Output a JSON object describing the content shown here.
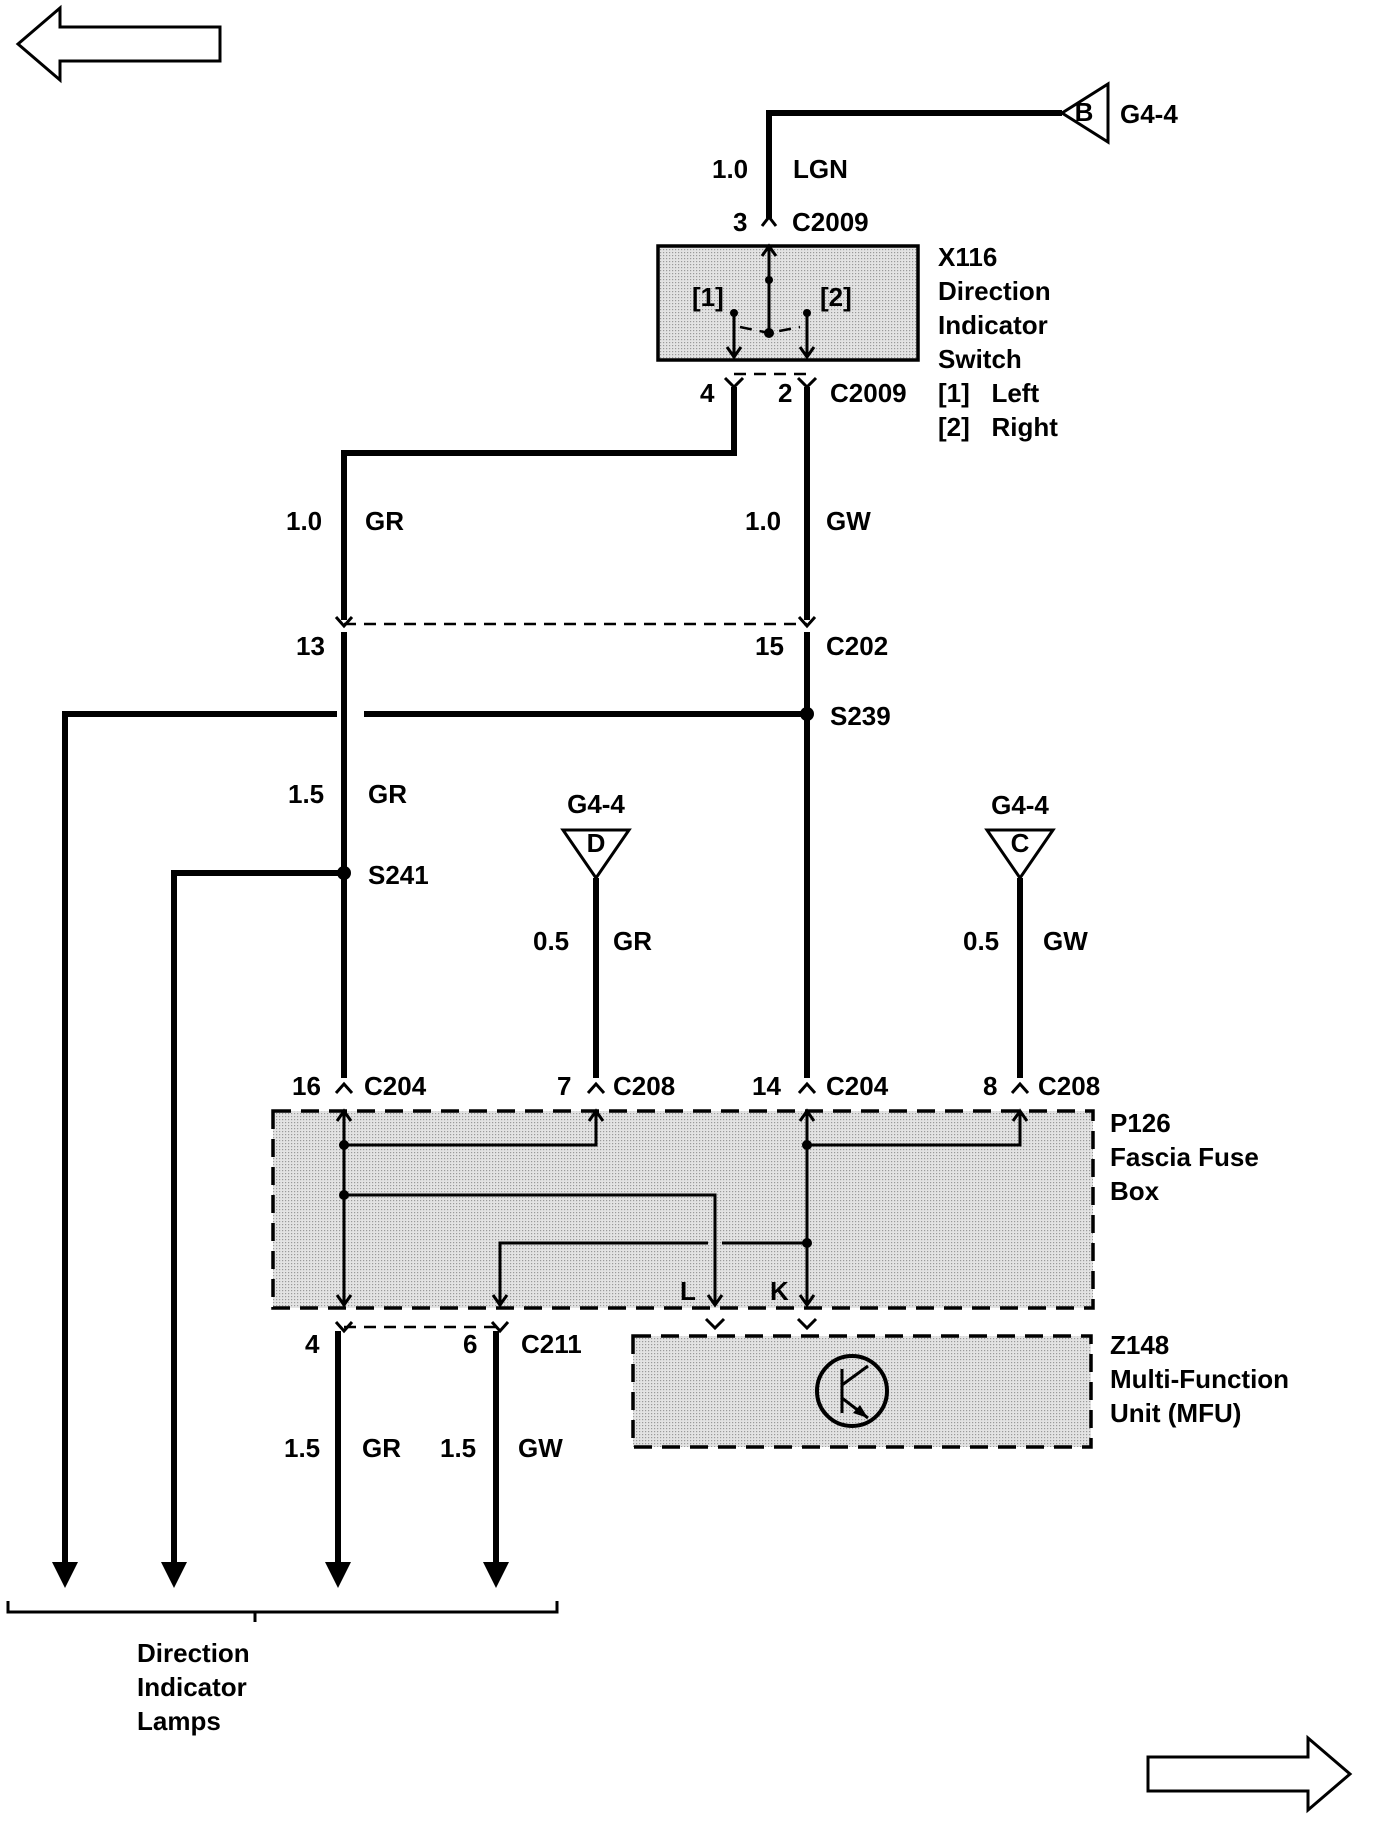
{
  "ground_top": {
    "letter": "B",
    "label": "G4-4"
  },
  "wire_lgn": {
    "size": "1.0",
    "color": "LGN"
  },
  "switch": {
    "pin_top": "3",
    "conn_top": "C2009",
    "ref": "X116",
    "name_line1": "Direction",
    "name_line2": "Indicator",
    "name_line3": "Switch",
    "legend1": "[1]   Left",
    "legend2": "[2]   Right",
    "contact1": "[1]",
    "contact2": "[2]",
    "pin_left": "4",
    "pin_right": "2",
    "conn_bottom": "C2009"
  },
  "wire_gr_1": {
    "size": "1.0",
    "color": "GR"
  },
  "wire_gw_1": {
    "size": "1.0",
    "color": "GW"
  },
  "c202": {
    "pin_left": "13",
    "pin_right": "15",
    "conn": "C202"
  },
  "splice_s239": "S239",
  "wire_gr_2": {
    "size": "1.5",
    "color": "GR"
  },
  "splice_s241": "S241",
  "ground_d": {
    "label": "G4-4",
    "letter": "D"
  },
  "ground_c": {
    "label": "G4-4",
    "letter": "C"
  },
  "wire_gr_3": {
    "size": "0.5",
    "color": "GR"
  },
  "wire_gw_3": {
    "size": "0.5",
    "color": "GW"
  },
  "fuse_box": {
    "pin_a": "16",
    "conn_a": "C204",
    "pin_b": "7",
    "conn_b": "C208",
    "pin_c": "14",
    "conn_c": "C204",
    "pin_d": "8",
    "conn_d": "C208",
    "ref": "P126",
    "name_line1": "Fascia Fuse",
    "name_line2": "Box",
    "term_l": "L",
    "term_k": "K"
  },
  "c211": {
    "pin_left": "4",
    "pin_right": "6",
    "conn": "C211"
  },
  "mfu": {
    "ref": "Z148",
    "name_line1": "Multi-Function",
    "name_line2": "Unit (MFU)"
  },
  "wire_gr_4": {
    "size": "1.5",
    "color": "GR"
  },
  "wire_gw_4": {
    "size": "1.5",
    "color": "GW"
  },
  "lamps": {
    "line1": "Direction",
    "line2": "Indicator",
    "line3": "Lamps"
  }
}
